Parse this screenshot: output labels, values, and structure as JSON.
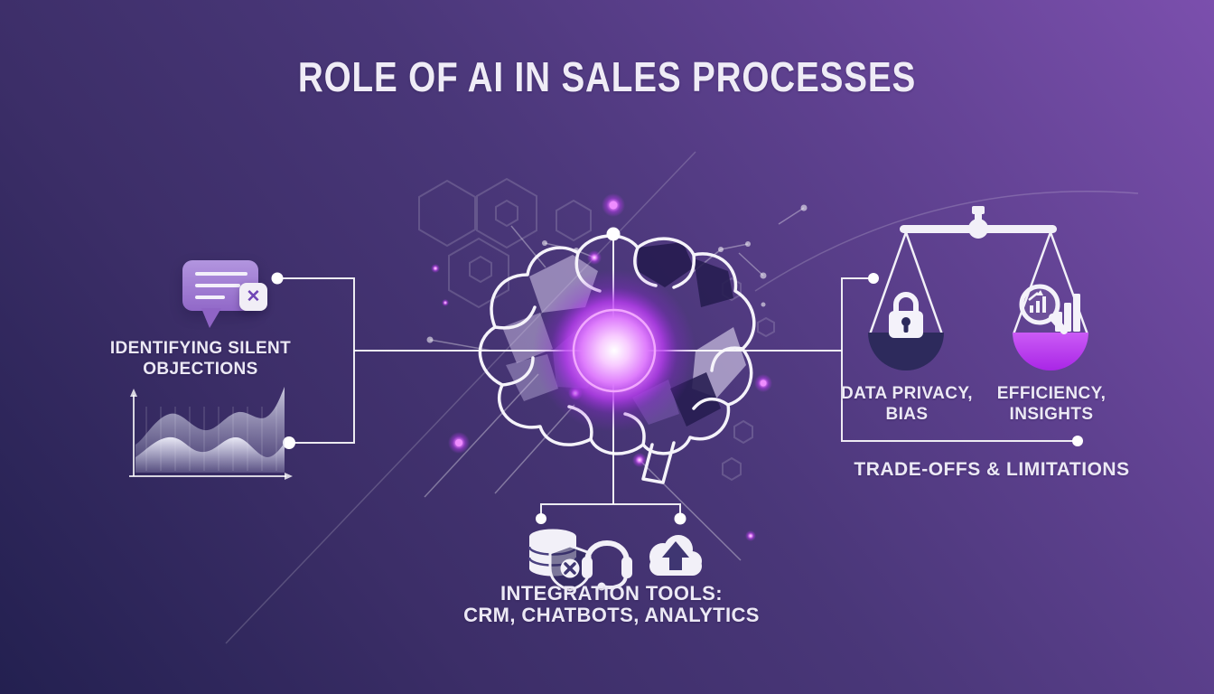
{
  "title": "ROLE OF AI IN SALES PROCESSES",
  "palette": {
    "bg_dark": "#232050",
    "bg_mid": "#4a3779",
    "bg_light": "#7b4fad",
    "line_white": "#f4f2fa",
    "accent_magenta": "#bd3ef2",
    "pan_navy": "#2d2a5c",
    "bubble_purple": "#a583d6",
    "orb_glow": "#cf54fa"
  },
  "left_node": {
    "icon": "chat-bubble-dismiss-icon",
    "chart_icon": "area-trend-chart-icon",
    "label_line1": "IDENTIFYING SILENT",
    "label_line2": "OBJECTIONS"
  },
  "center_node": {
    "icon": "ai-brain-icon",
    "orb_icon": "glowing-core-orb"
  },
  "right_node": {
    "icon": "balance-scale-icon",
    "left_pan": {
      "icon": "lock-icon",
      "label_line1": "DATA PRIVACY,",
      "label_line2": "BIAS"
    },
    "right_pan": {
      "icon": "magnifier-bar-chart-icon",
      "label_line1": "EFFICIENCY,",
      "label_line2": "INSIGHTS"
    },
    "caption": "TRADE-OFFS & LIMITATIONS"
  },
  "bottom_node": {
    "icons": [
      "database-shield-icon",
      "headset-icon",
      "cloud-upload-icon"
    ],
    "label_line1": "INTEGRATION TOOLS:",
    "label_line2": "CRM, CHATBOTS, ANALYTICS"
  }
}
